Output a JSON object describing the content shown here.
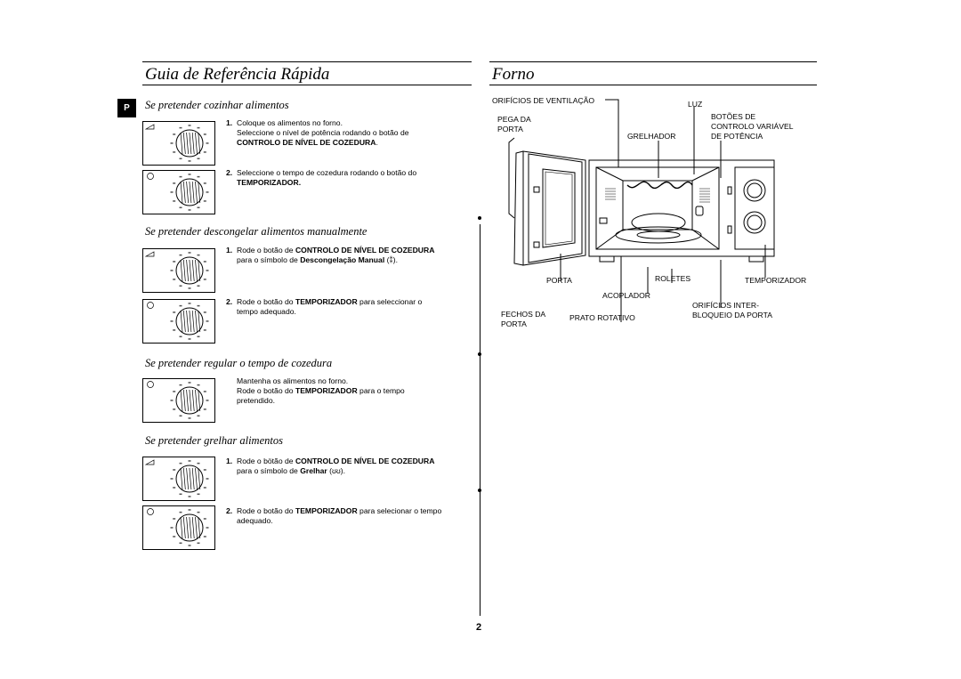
{
  "left_title": "Guia de Referência Rápida",
  "right_title": "Forno",
  "lang_badge": "P",
  "sections": [
    {
      "title": "Se pretender cozinhar alimentos",
      "step1_num": "1.",
      "step1_a": "Coloque os alimentos no forno.",
      "step1_b": "Seleccione o nível de potência rodando o botão de",
      "step1_bold": "CONTROLO DE NÍVEL DE COZEDURA",
      "step2_num": "2.",
      "step2_a": "Seleccione o tempo de cozedura rodando o botão do",
      "step2_bold": "TEMPORIZADOR."
    },
    {
      "title": "Se pretender descongelar alimentos manualmente",
      "step1_num": "1.",
      "step1_a": "Rode o botão de",
      "step1_bold": "CONTROLO DE NÍVEL DE COZEDURA",
      "step1_b": "para o símbolo de",
      "step1_bold2": "Descongelação Manual",
      "step2_num": "2.",
      "step2_a": "Rode o botão do",
      "step2_bold": "TEMPORIZADOR",
      "step2_b": "para seleccionar o",
      "step2_c": "tempo adequado."
    },
    {
      "title": "Se pretender regular o tempo de cozedura",
      "line1": "Mantenha os alimentos no forno.",
      "line2_a": "Rode o botão do",
      "line2_bold": "TEMPORIZADOR",
      "line2_b": "para o tempo",
      "line3": "pretendido."
    },
    {
      "title": "Se pretender grelhar alimentos",
      "step1_num": "1.",
      "step1_a": "Rode o bötão de",
      "step1_bold": "CONTROLO DE NÍVEL DE COZEDURA",
      "step1_b": "para o símbolo de",
      "step1_bold2": "Grelhar",
      "step2_num": "2.",
      "step2_a": "Rode o botão do",
      "step2_bold": "TEMPORIZADOR",
      "step2_b": "para selecionar o tempo",
      "step2_c": "adequado."
    }
  ],
  "oven_labels": {
    "vent": "ORIFÍCIOS DE VENTILAÇÃO",
    "light": "LUZ",
    "handle_1": "PEGA DA",
    "handle_2": "PORTA",
    "grill": "GRELHADOR",
    "controls_1": "BOTÕES DE",
    "controls_2": "CONTROLO VARIÁVEL",
    "controls_3": "DE POTÊNCIA",
    "door": "PORTA",
    "rollers": "ROLETES",
    "timer": "TEMPORIZADOR",
    "coupler": "ACOPLADOR",
    "latches_1": "FECHOS DA",
    "latches_2": "PORTA",
    "turntable": "PRATO ROTATIVO",
    "interlock_1": "ORIFÍCIOS INTER-",
    "interlock_2": "BLOQUEIO DA PORTA"
  },
  "page_number": "2"
}
